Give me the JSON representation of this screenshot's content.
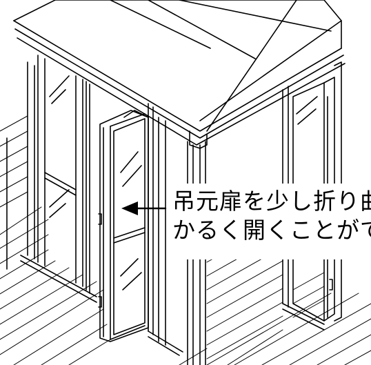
{
  "illustration": {
    "subject": "sunroom-folding-door",
    "callout": {
      "line1": "吊元扉を少し折り曲",
      "line2": "かるく開くことがで"
    },
    "colors": {
      "line": "#000000",
      "background": "#ffffff"
    }
  }
}
